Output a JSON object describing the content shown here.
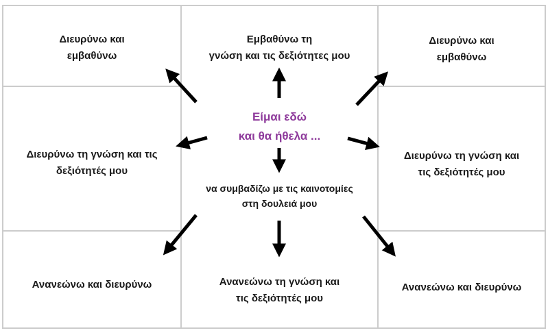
{
  "cells": {
    "top_left": [
      "Διευρύνω και",
      "εμβαθύνω"
    ],
    "top_center": [
      "Εμβαθύνω τη",
      "γνώση και τις δεξιότητες μου"
    ],
    "top_right": [
      "Διευρύνω και",
      "εμβαθύνω"
    ],
    "middle_left": [
      "Διευρύνω τη γνώση και τις",
      "δεξιότητές μου"
    ],
    "middle_right": [
      "Διευρύνω τη γνώση και",
      "τις δεξιότητές μου"
    ],
    "bottom_left": [
      "Ανανεώνω και διευρύνω"
    ],
    "bottom_center": [
      "Ανανεώνω τη γνώση και",
      "τις δεξιότητές μου"
    ],
    "bottom_right": [
      "Ανανεώνω και διευρύνω"
    ]
  },
  "center": {
    "title": [
      "Είμαι εδώ",
      "και θα ήθελα ..."
    ],
    "subtitle": [
      "να συμβαδίζω με τις καινοτομίες",
      "στη δουλειά μου"
    ]
  },
  "colors": {
    "grid": "#cccccc",
    "arrow": "#000000",
    "accent": "#8e3a9b"
  }
}
